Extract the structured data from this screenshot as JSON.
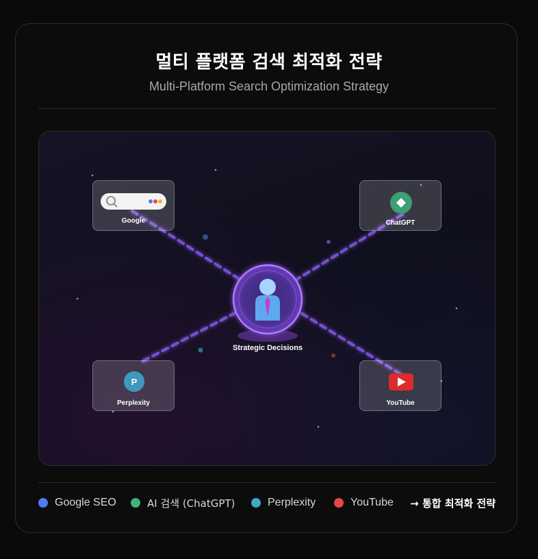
{
  "header": {
    "title": "멀티 플랫폼 검색 최적화 전략",
    "subtitle": "Multi-Platform Search Optimization Strategy"
  },
  "diagram": {
    "center_label": "Strategic Decisions",
    "nodes": {
      "google": {
        "label": "Google"
      },
      "chatgpt": {
        "label": "ChatGPT"
      },
      "perplexity": {
        "label": "Perplexity",
        "icon_letter": "P"
      },
      "youtube": {
        "label": "YouTube"
      }
    }
  },
  "legend": {
    "items": [
      {
        "label": "Google SEO",
        "color": "#4f7cf5"
      },
      {
        "label": "AI 검색 (ChatGPT)",
        "color": "#41b27a"
      },
      {
        "label": "Perplexity",
        "color": "#3ea8c9"
      },
      {
        "label": "YouTube",
        "color": "#e64848"
      }
    ],
    "strategy_label": "→ 통합 최적화 전략"
  },
  "colors": {
    "connector": "#8a5cf0",
    "center_glow": "#a06bff",
    "chatgpt_green": "#3e9e74",
    "perplexity_blue": "#3f98bd",
    "youtube_red": "#dd2a2a"
  }
}
